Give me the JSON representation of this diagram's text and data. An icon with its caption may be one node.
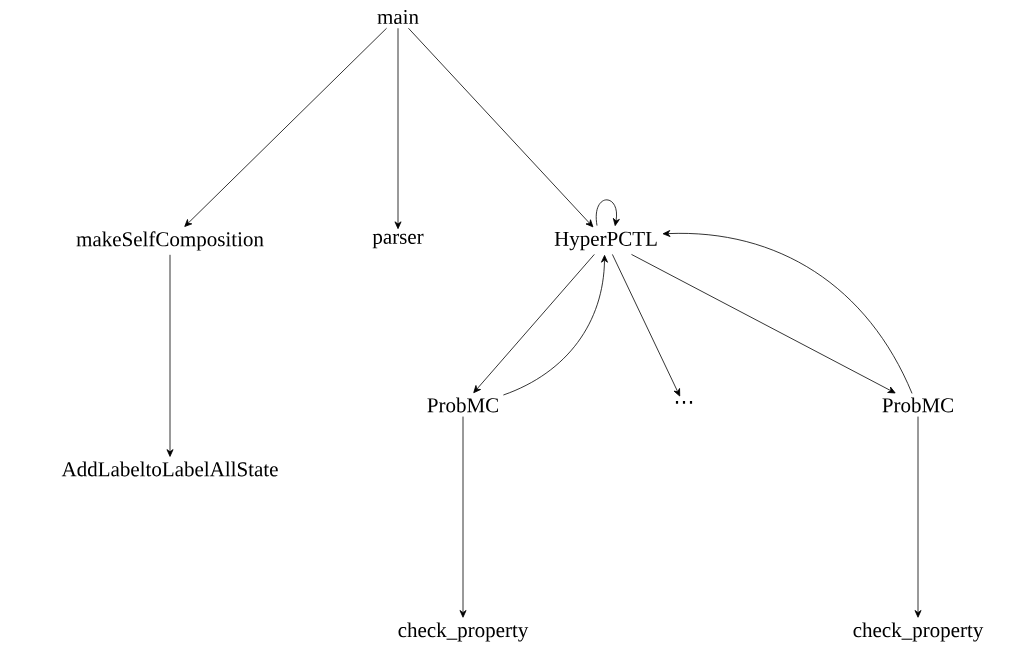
{
  "diagram": {
    "nodes": [
      {
        "text": [
          "main"
        ]
      },
      {
        "text": [
          "makeSelfComposition"
        ]
      },
      {
        "text": [
          "parser"
        ]
      },
      {
        "text": [
          "HyperPCTL"
        ]
      },
      {
        "text": [
          "AddLabeltoLabelAllState"
        ]
      },
      {
        "text": [
          "ProbMC"
        ]
      },
      {
        "text": [
          "⋯"
        ]
      },
      {
        "text": [
          "ProbMC"
        ]
      },
      {
        "text": [
          "check_property"
        ]
      },
      {
        "text": [
          "check_property"
        ]
      }
    ],
    "edges": [
      {
        "from": 0,
        "to": 1,
        "arrow": "to"
      },
      {
        "from": 0,
        "to": 2,
        "arrow": "to"
      },
      {
        "from": 0,
        "to": 3,
        "arrow": "to"
      },
      {
        "from": 3,
        "to": 3,
        "arrow": "to"
      },
      {
        "from": 1,
        "to": 4,
        "arrow": "to"
      },
      {
        "from": 3,
        "to": 5,
        "arrow": "to"
      },
      {
        "from": 5,
        "to": 3,
        "arrow": "to"
      },
      {
        "from": 3,
        "to": 6,
        "arrow": "to"
      },
      {
        "from": 3,
        "to": 7,
        "arrow": "to"
      },
      {
        "from": 7,
        "to": 3,
        "arrow": "to"
      },
      {
        "from": 5,
        "to": 8,
        "arrow": "to"
      },
      {
        "from": 7,
        "to": 9,
        "arrow": "to"
      }
    ]
  }
}
